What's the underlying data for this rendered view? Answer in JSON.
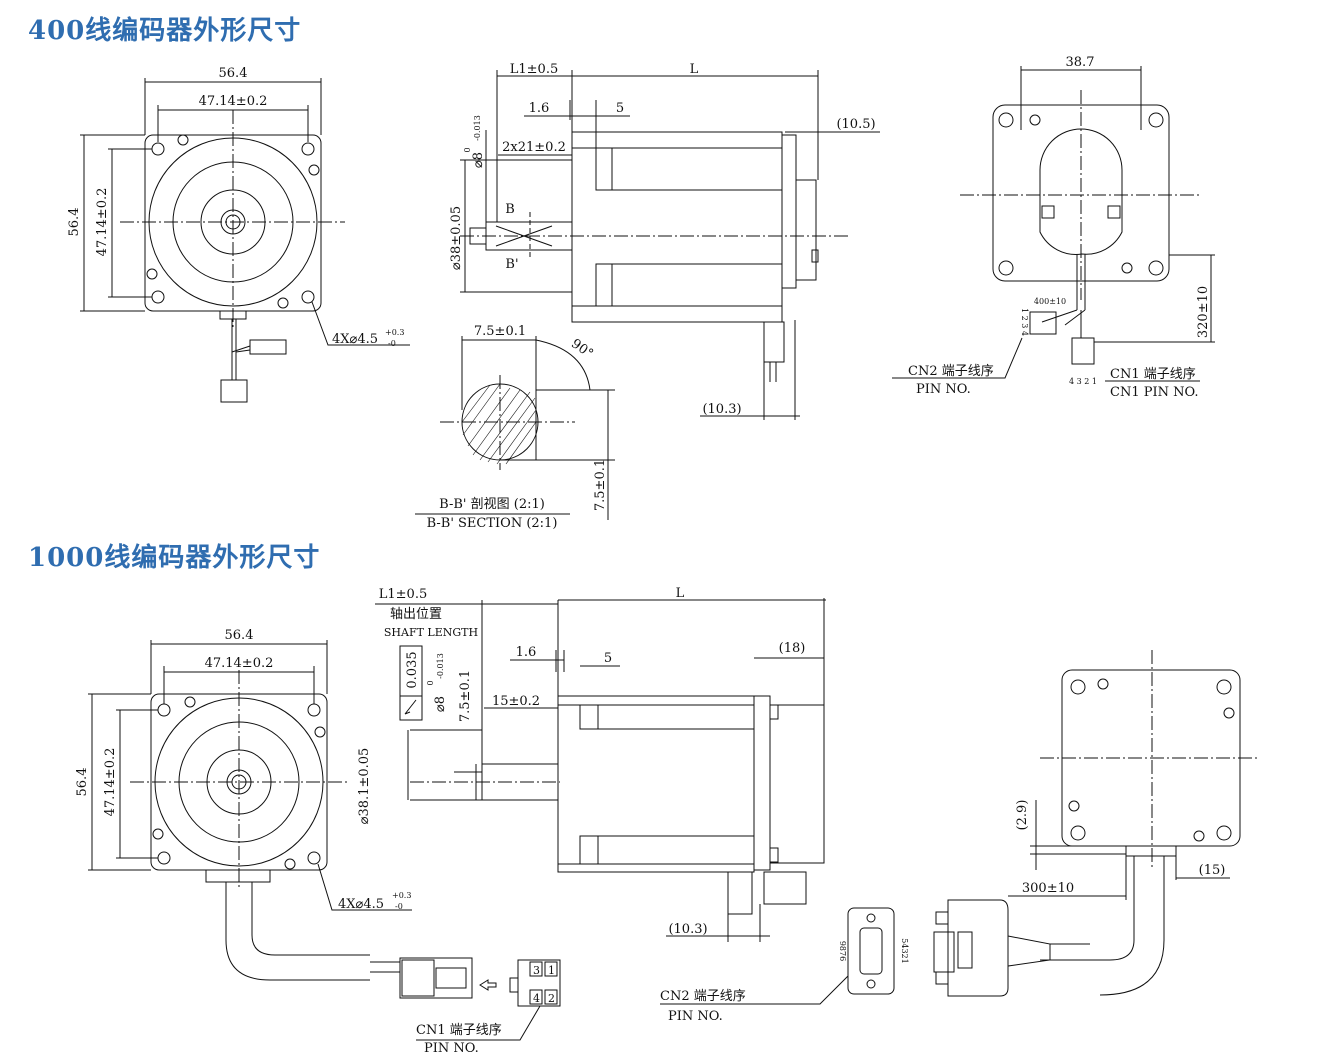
{
  "section_400": {
    "title": "400线编码器外形尺寸",
    "front": {
      "width": "56.4",
      "pitch": "47.14±0.2",
      "height": "56.4",
      "pitch_v": "47.14±0.2",
      "holes": "4X⌀4.5",
      "holes_tol_top": "+0.3",
      "holes_tol_bot": "-0"
    },
    "side": {
      "l1": "L1±0.5",
      "l": "L",
      "d16": "1.6",
      "d5": "5",
      "d105": "(10.5)",
      "keyway": "2x21±0.2",
      "shaft_dia": "⌀8",
      "shaft_tol_top": "0",
      "shaft_tol_bot": "-0.013",
      "pilot": "⌀38±0.05",
      "sec_b": "B",
      "sec_b2": "B'",
      "d103": "(10.3)"
    },
    "section": {
      "flat": "7.5±0.1",
      "angle": "90°",
      "flat_v": "7.5±0.1",
      "caption_cn": "B-B' 剖视图 (2:1)",
      "caption_en": "B-B' SECTION (2:1)"
    },
    "rear": {
      "width": "38.7",
      "cable": "320±10",
      "cable2": "400±10",
      "cn2_cn": "CN2 端子线序",
      "cn2_en": "PIN NO.",
      "cn1_cn": "CN1 端子线序",
      "cn1_en": "CN1 PIN NO.",
      "pins_a": "1 2 3 4",
      "pins_b": "4 3 2 1"
    }
  },
  "section_1000": {
    "title": "1000线编码器外形尺寸",
    "front": {
      "width": "56.4",
      "pitch": "47.14±0.2",
      "height": "56.4",
      "pitch_v": "47.14±0.2",
      "holes": "4X⌀4.5",
      "holes_tol_top": "+0.3",
      "holes_tol_bot": "-0"
    },
    "side": {
      "l1": "L1±0.5",
      "shaft_cn": "轴出位置",
      "shaft_en": "SHAFT LENGTH",
      "l": "L",
      "d16": "1.6",
      "d5": "5",
      "d18": "(18)",
      "tol_box": "0.035",
      "shaft_dia": "⌀8",
      "shaft_tol_top": "0",
      "shaft_tol_bot": "-0.013",
      "flat": "7.5±0.1",
      "keyway": "15±0.2",
      "pilot": "⌀38.1±0.05",
      "d103": "(10.3)",
      "cn2_cn": "CN2 端子线序",
      "cn2_en": "PIN NO.",
      "db_left": "9876",
      "db_right": "54321"
    },
    "rear": {
      "d29": "(2.9)",
      "d15": "(15)",
      "cable": "300±10"
    },
    "cn1": {
      "cn1_cn": "CN1 端子线序",
      "cn1_en": "PIN NO.",
      "p3": "3",
      "p1": "1",
      "p4": "4",
      "p2": "2"
    }
  }
}
